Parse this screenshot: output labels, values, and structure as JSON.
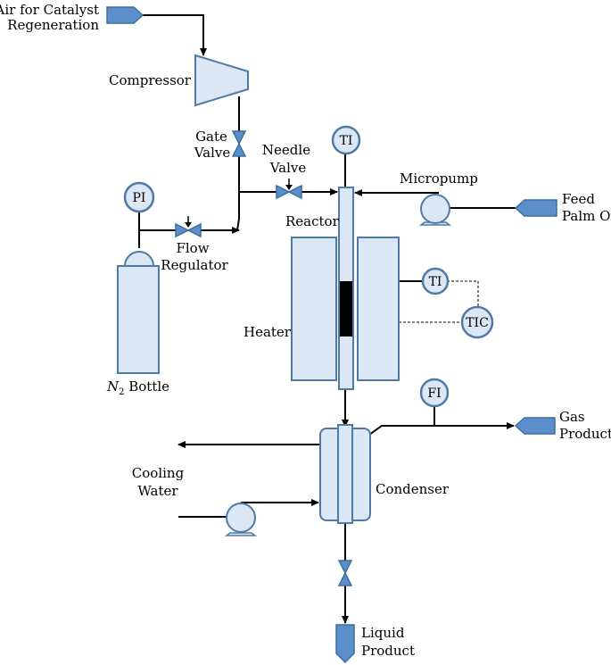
{
  "colors": {
    "fill": "#dbe7f4",
    "stroke": "#4f7aa6",
    "arrow_fill": "#5b8fcc",
    "line": "#000000",
    "catalyst": "#000000"
  },
  "labels": {
    "air_line1": "Air for Catalyst",
    "air_line2": "Regeneration",
    "compressor": "Compressor",
    "gate_valve_line1": "Gate",
    "gate_valve_line2": "Valve",
    "needle_valve_line1": "Needle",
    "needle_valve_line2": "Valve",
    "micropump": "Micropump",
    "feed_line1": "Feed",
    "feed_line2": "Palm Oil",
    "reactor": "Reactor",
    "flow_regulator_line1": "Flow",
    "flow_regulator_line2": "Regulator",
    "heater": "Heater",
    "n2_symbol": "N",
    "n2_sub": "2",
    "n2_rest": " Bottle",
    "cooling_line1": "Cooling",
    "cooling_line2": "Water",
    "condenser": "Condenser",
    "gas_line1": "Gas",
    "gas_line2": "Product",
    "liquid_line1": "Liquid",
    "liquid_line2": "Product"
  },
  "instruments": {
    "pi": "PI",
    "ti_top": "TI",
    "ti_heater": "TI",
    "tic": "TIC",
    "fi": "FI"
  }
}
